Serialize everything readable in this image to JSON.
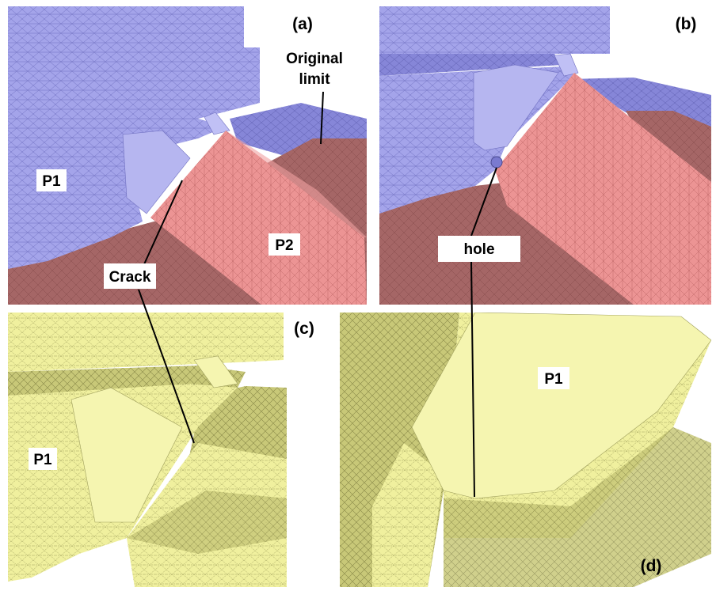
{
  "panels": [
    {
      "id": "a",
      "letter": "(a)"
    },
    {
      "id": "b",
      "letter": "(b)"
    },
    {
      "id": "c",
      "letter": "(c)"
    },
    {
      "id": "d",
      "letter": "(d)"
    }
  ],
  "labels": {
    "a_p1": "P1",
    "a_p2": "P2",
    "a_original_line1": "Original",
    "a_original_line2": "limit",
    "crack": "Crack",
    "hole": "hole",
    "c_p1": "P1",
    "d_p1": "P1"
  },
  "colors": {
    "blue_mesh": "#9f9fe6",
    "blue_dark": "#7a7ad0",
    "red_mesh": "#e89090",
    "red_dark": "#a86868",
    "yellow_mesh": "#eeee9a",
    "yellow_dark": "#b9b96a",
    "background": "#ffffff"
  }
}
